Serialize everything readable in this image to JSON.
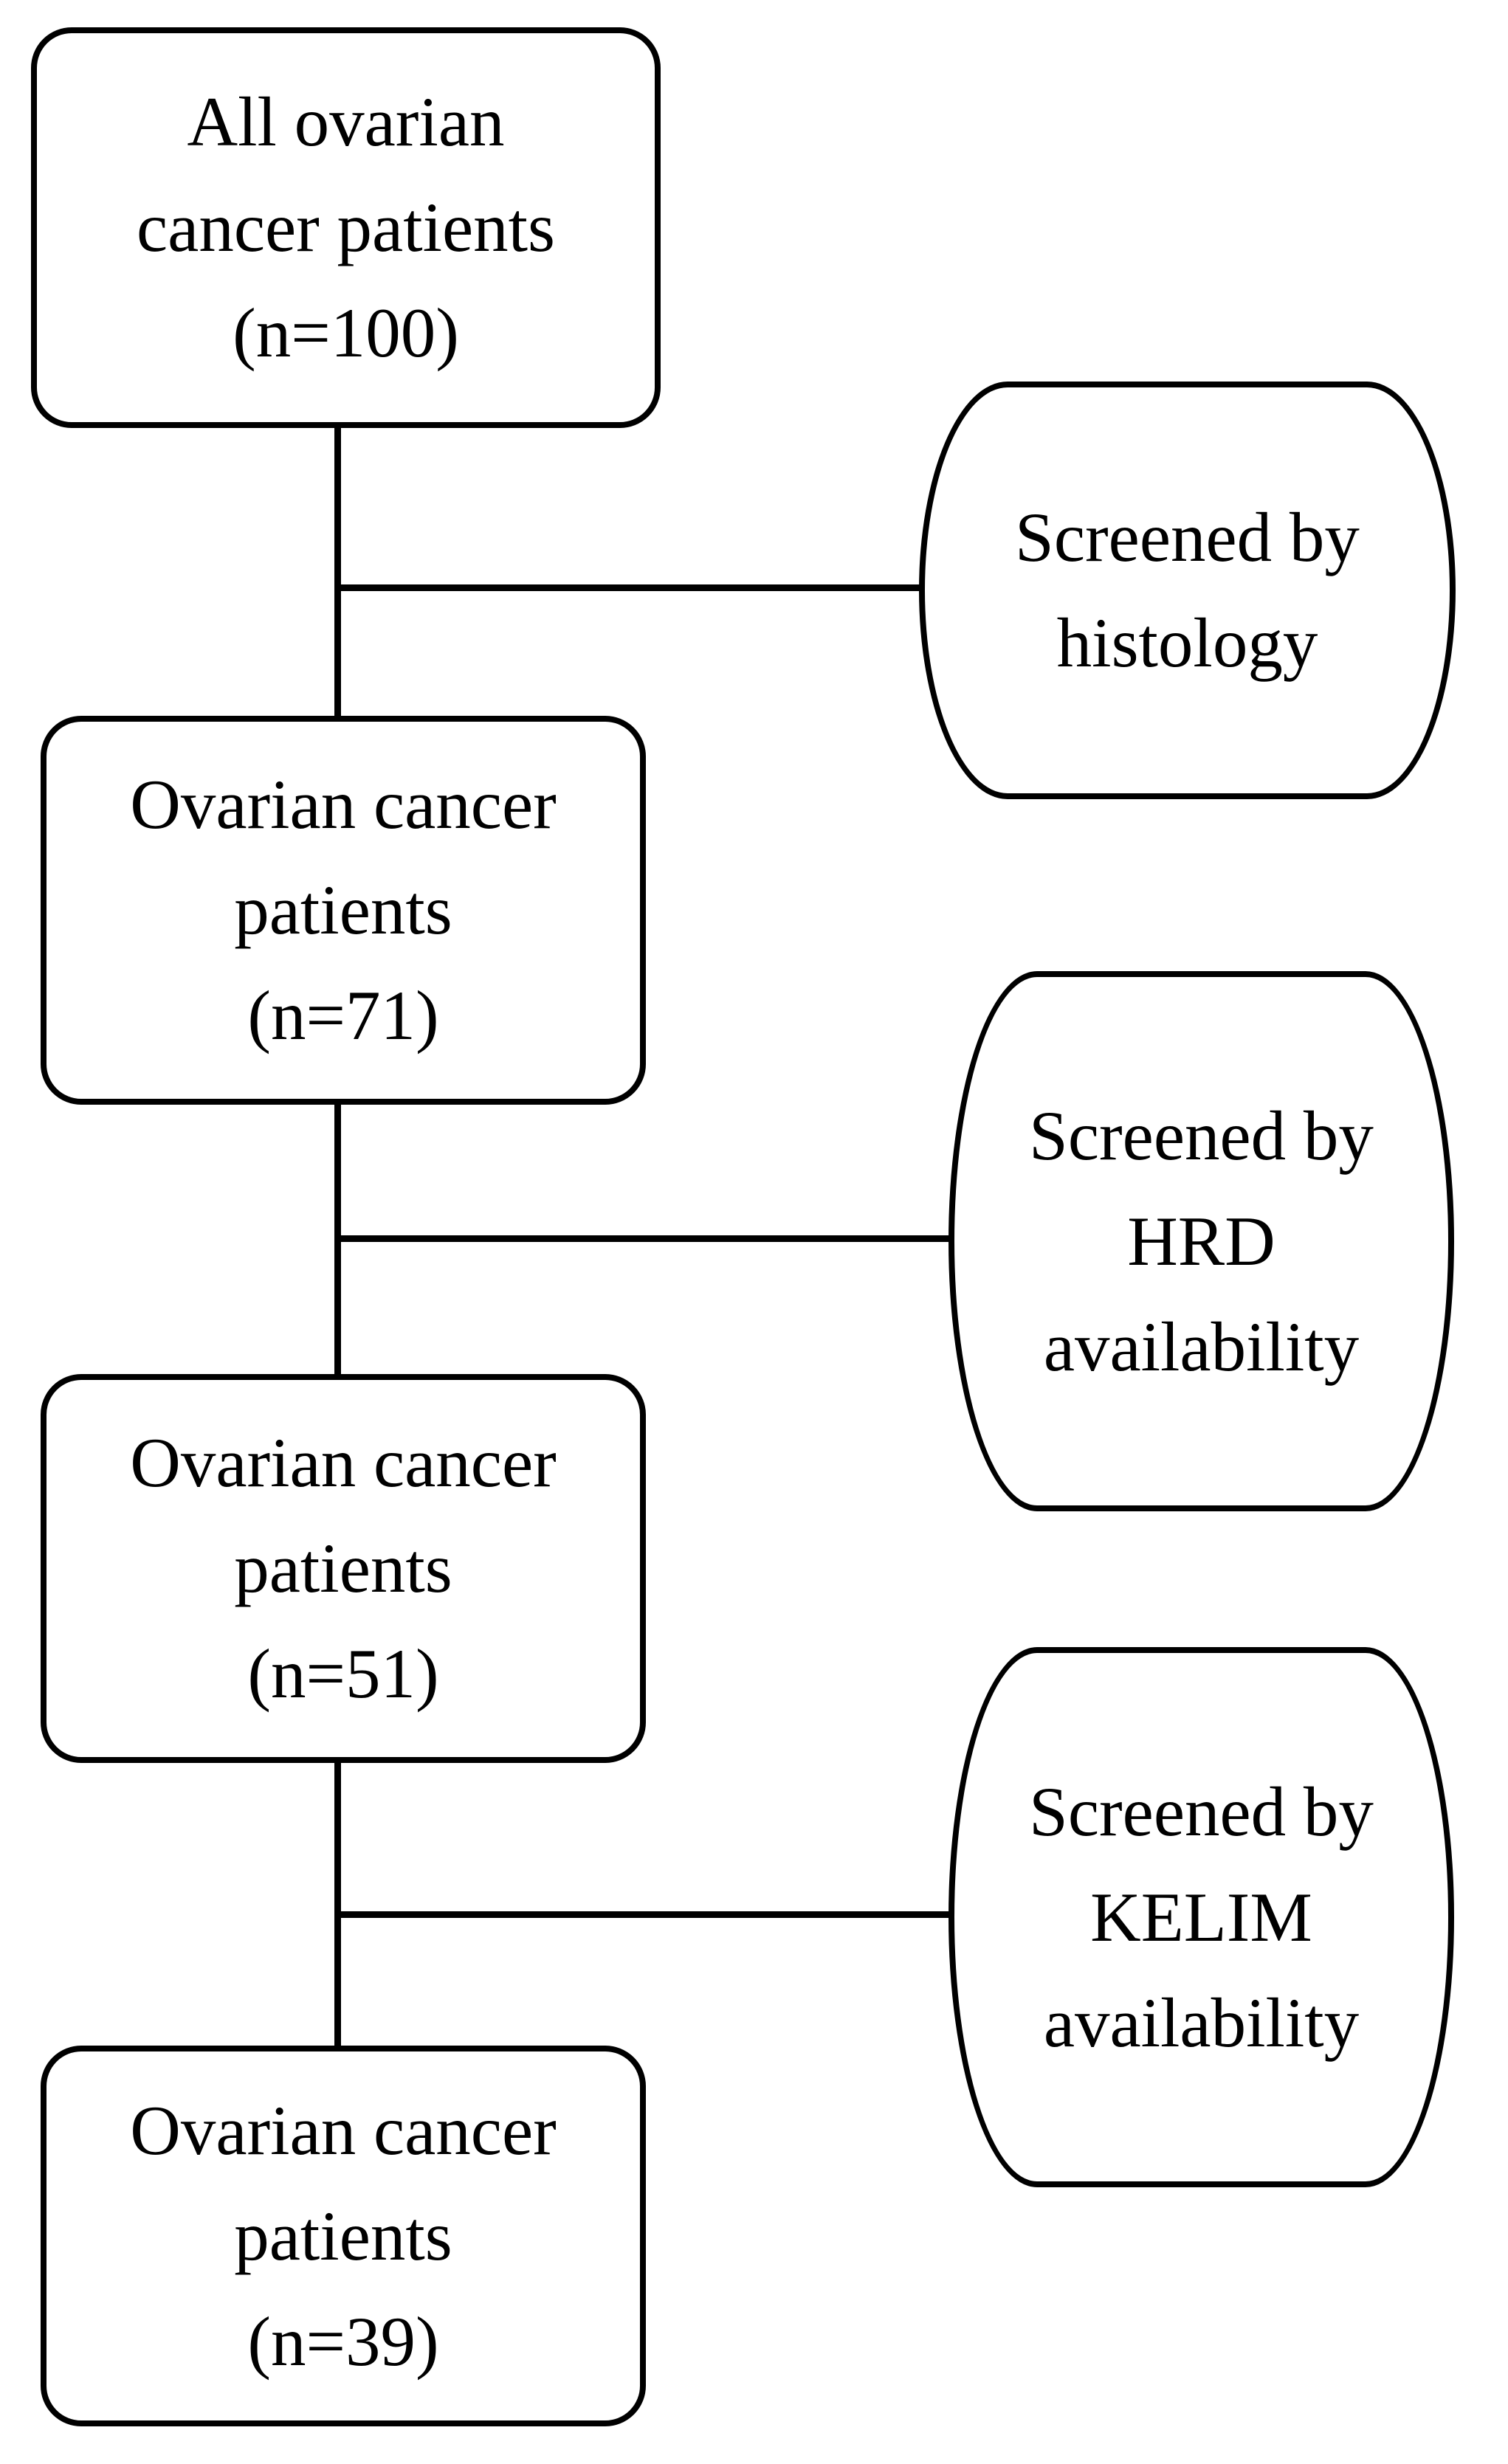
{
  "figure": {
    "type": "patient-flow-diagram",
    "background_color": "#ffffff",
    "stroke_color": "#000000",
    "text_color": "#000000"
  },
  "flow": {
    "main_boxes": [
      {
        "id": "all-ovarian-cancer-patients",
        "lines": [
          "All ovarian",
          "cancer patients",
          "(n=100)"
        ],
        "n": 100
      },
      {
        "id": "patients-after-histology-screen",
        "lines": [
          "Ovarian cancer",
          "patients",
          "(n=71)"
        ],
        "n": 71
      },
      {
        "id": "patients-after-hrd-screen",
        "lines": [
          "Ovarian cancer",
          "patients",
          "(n=51)"
        ],
        "n": 51
      },
      {
        "id": "patients-after-kelim-screen",
        "lines": [
          "Ovarian cancer",
          "patients",
          "(n=39)"
        ],
        "n": 39
      }
    ],
    "screen_boxes": [
      {
        "id": "screened-by-histology",
        "lines": [
          "Screened by",
          "histology"
        ]
      },
      {
        "id": "screened-by-hrd",
        "lines": [
          "Screened by",
          "HRD",
          "availability"
        ]
      },
      {
        "id": "screened-by-kelim",
        "lines": [
          "Screened by",
          "KELIM",
          "availability"
        ]
      }
    ]
  }
}
